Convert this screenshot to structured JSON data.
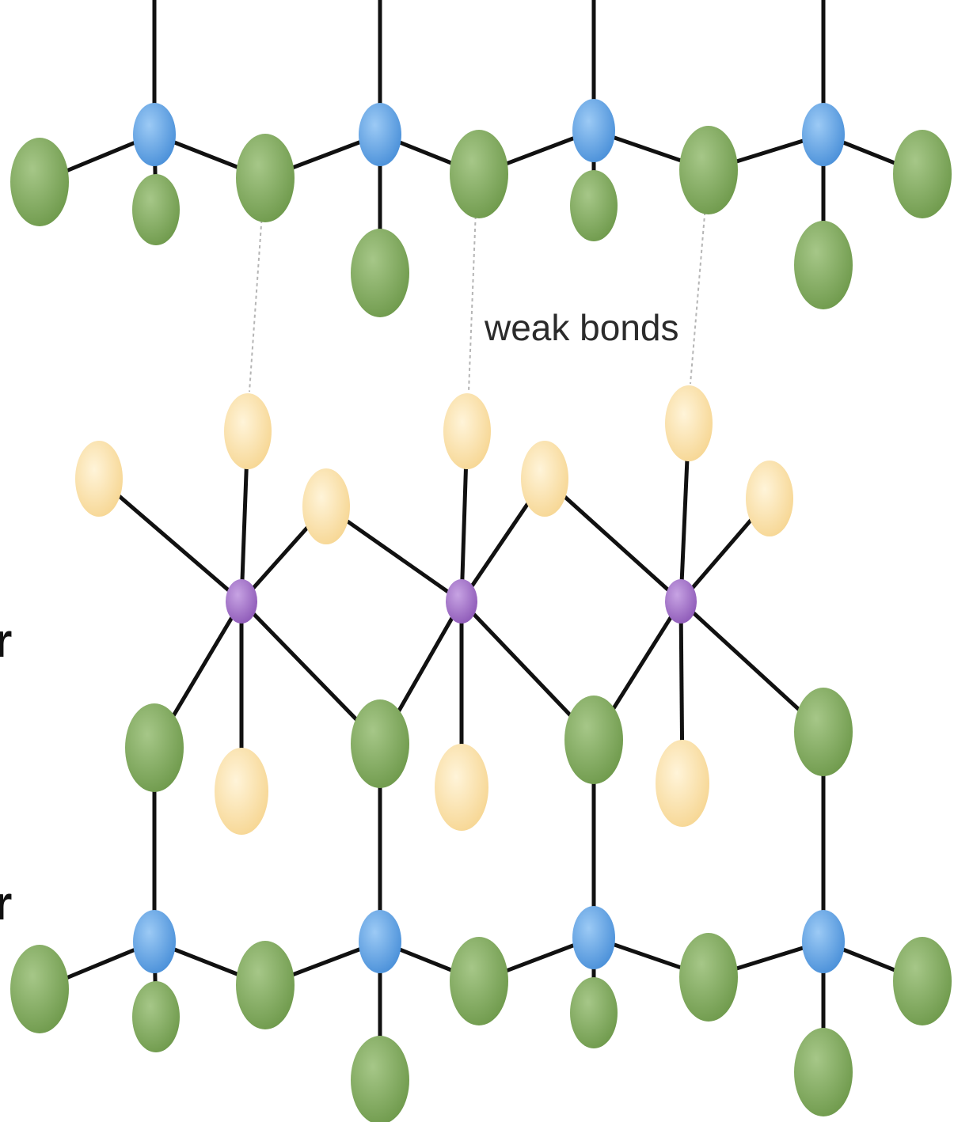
{
  "annotation": {
    "text": "weak bonds"
  },
  "left_fragments": [
    "r",
    "r"
  ],
  "colors": {
    "oxygen": "#6f9a4c",
    "oxygen_light": "#a6c788",
    "silicon": "#4a90d9",
    "silicon_light": "#9ccaf5",
    "metal": "#8e5ab8",
    "metal_light": "#c7a3e3",
    "hydroxyl": "#f6d590",
    "hydroxyl_light": "#fff4d9",
    "bond": "#111111",
    "weak_bond": "#b5b5b5"
  }
}
